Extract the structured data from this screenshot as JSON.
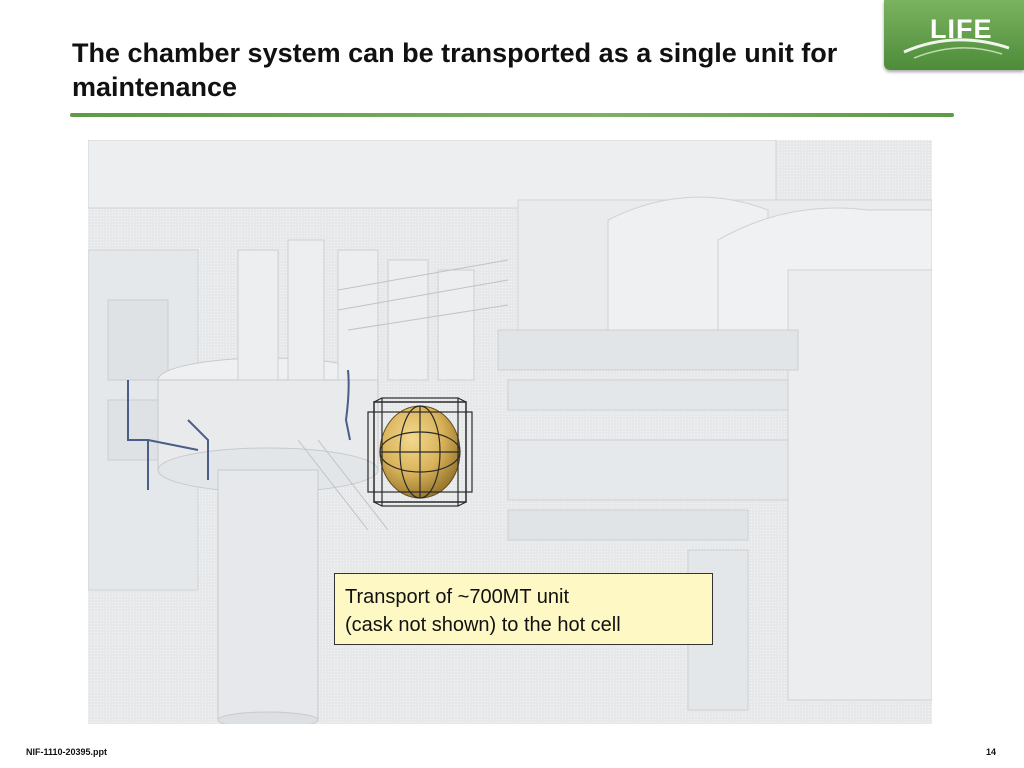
{
  "slide": {
    "title": "The chamber system can be transported as a single unit for maintenance",
    "logo_text": "LIFE",
    "callout_lines": [
      "Transport of ~700MT unit",
      "(cask not shown) to the hot cell"
    ],
    "footer_left": "NIF-1110-20395.ppt",
    "page_number": "14"
  },
  "colors": {
    "accent_green": "#5e9a48",
    "callout_fill": "#fdf8c4",
    "chamber_gold": "#d8b25a"
  },
  "icons": {
    "logo": "life-logo-icon",
    "illustration": "chamber-facility-illustration"
  }
}
